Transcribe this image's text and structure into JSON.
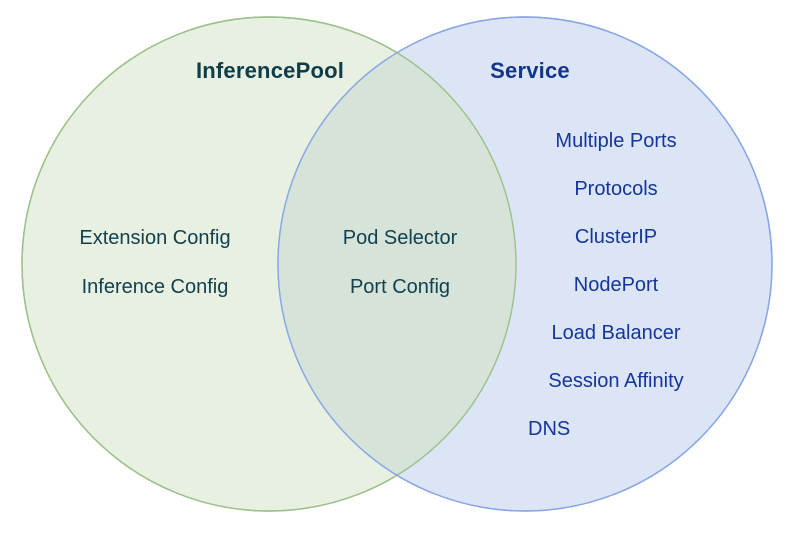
{
  "diagram": {
    "type": "venn-2-set",
    "background_color": "#ffffff",
    "left_set": {
      "title": "InferencePool",
      "title_color": "#0e3d4a",
      "fill_color": "#e7f0e1",
      "stroke_color": "#9cc08a",
      "text_color": "#11414e",
      "items": [
        "Extension Config",
        "Inference Config"
      ]
    },
    "right_set": {
      "title": "Service",
      "title_color": "#12348c",
      "fill_color": "#dbe4f6",
      "stroke_color": "#8aa6e6",
      "text_color": "#15359a",
      "items": [
        "Multiple Ports",
        "Protocols",
        "ClusterIP",
        "NodePort",
        "Load Balancer",
        "Session Affinity",
        "DNS"
      ]
    },
    "intersection": {
      "fill_color": "#d5e3d9",
      "text_color": "#11414e",
      "items": [
        "Pod Selector",
        "Port Config"
      ]
    }
  }
}
